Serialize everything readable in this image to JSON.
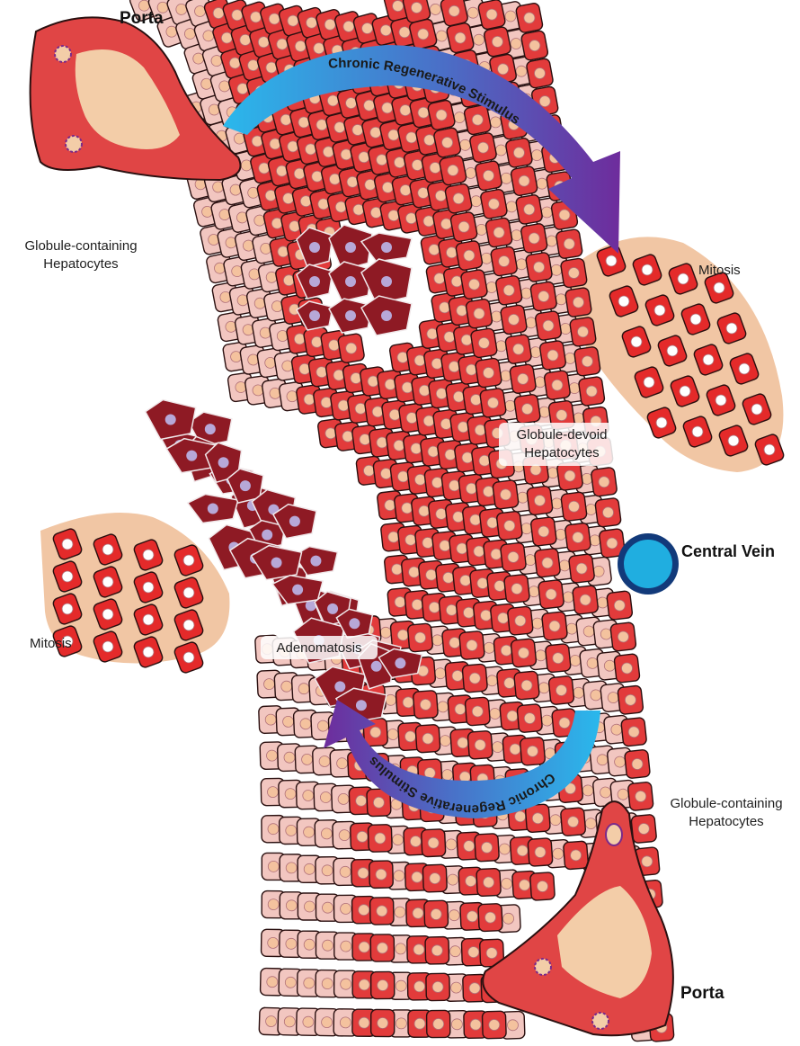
{
  "labels": {
    "porta_top": "Porta",
    "porta_bottom": "Porta",
    "central_vein": "Central Vein",
    "mitosis_right": "Mitosis",
    "mitosis_left": "Mitosis",
    "globule_containing_top_1": "Globule-containing",
    "globule_containing_top_2": "Hepatocytes",
    "globule_devoid_1": "Globule-devoid",
    "globule_devoid_2": "Hepatocytes",
    "globule_containing_bottom_1": "Globule-containing",
    "globule_containing_bottom_2": "Hepatocytes",
    "adenomatosis": "Adenomatosis",
    "arrow_top": "Chronic Regenerative Stimulus",
    "arrow_bottom": "Chronic Regenerative Stimulus"
  },
  "colors": {
    "globule_devoid_cell": "#e23b3b",
    "globule_containing_cell": "#f2c6c0",
    "nucleus": "#f4c29e",
    "adenoma_cell": "#8e1a24",
    "mitosis_zone": "#f1c6a4",
    "central_vein": "#20aee0",
    "central_vein_ring": "#123a7a",
    "portal_tissue": "#e04545",
    "portal_inner": "#f3cda8",
    "arrow_start": "#29b7ea",
    "arrow_end": "#6b2fa0"
  }
}
